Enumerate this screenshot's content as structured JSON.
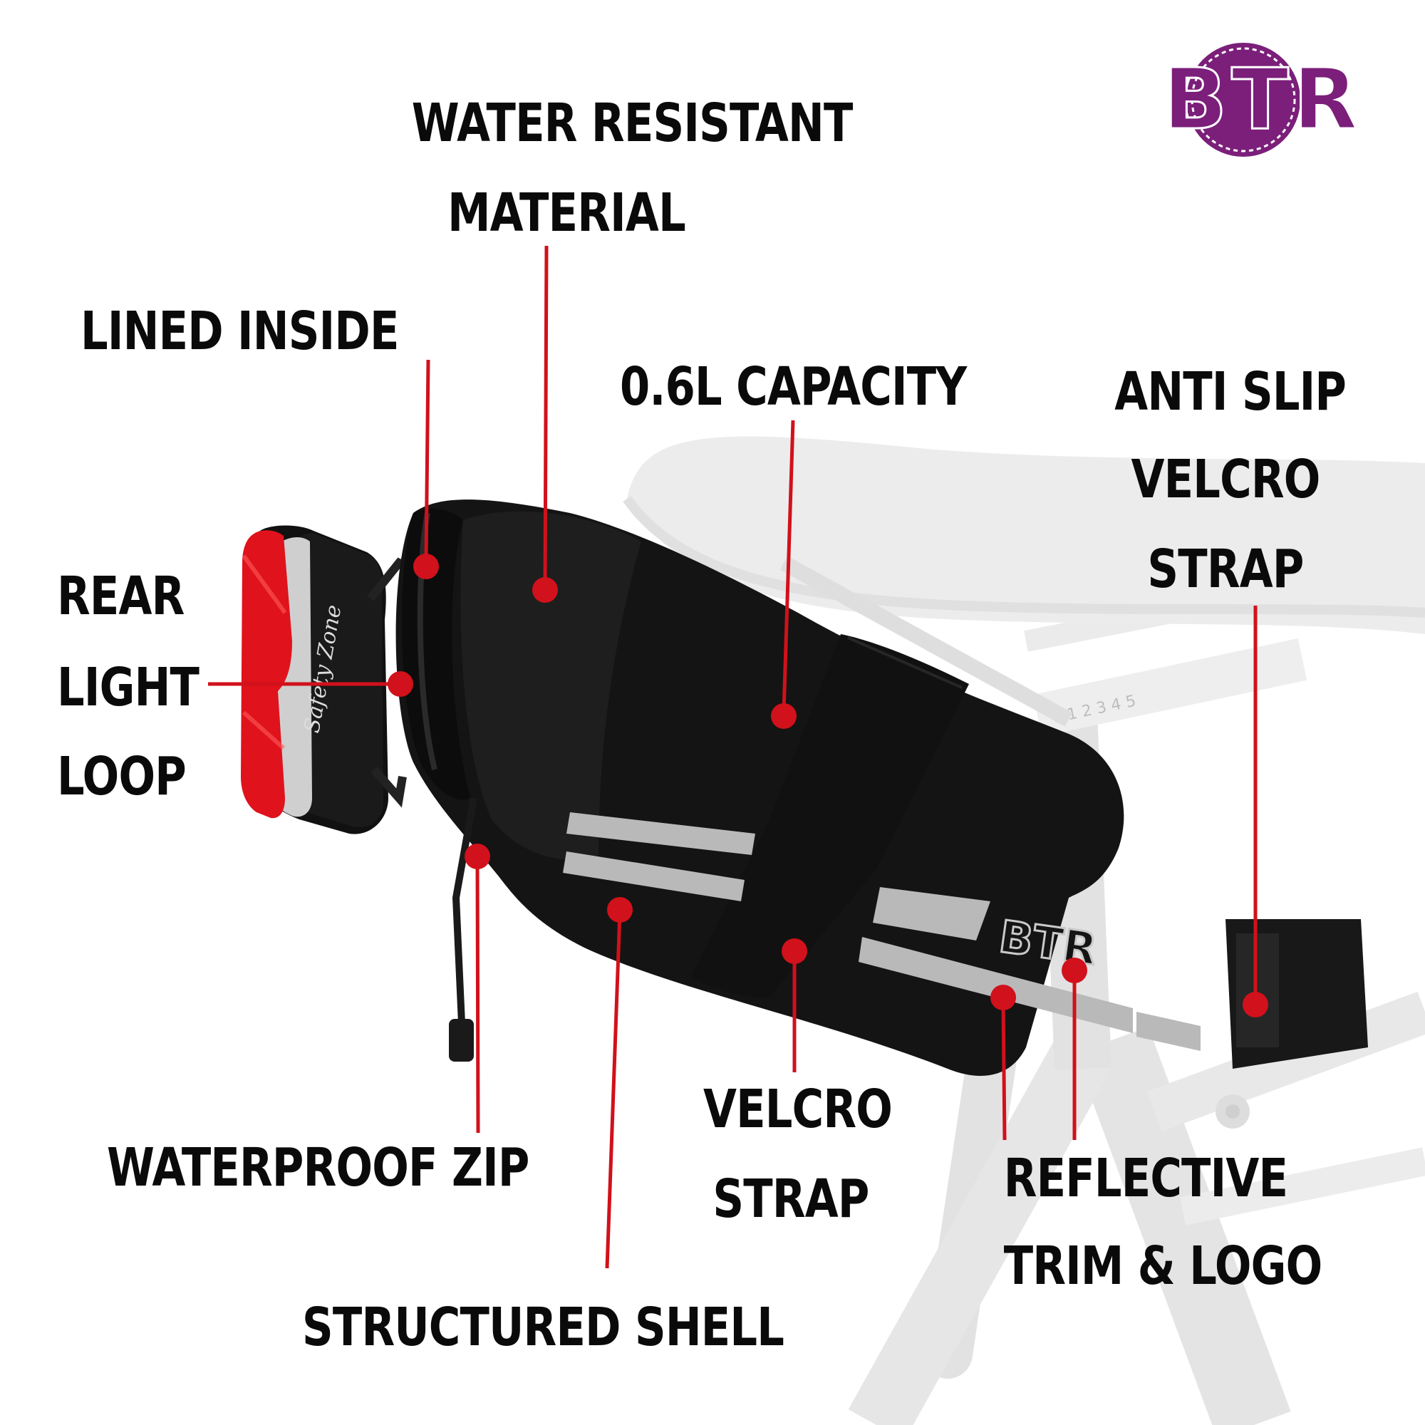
{
  "brand": {
    "logo_text": "BTR",
    "logo_color": "#7b1f7a",
    "bag_logo_text": "BTR"
  },
  "light_branding": "Safety Zone",
  "callouts": {
    "water_resistant": [
      "WATER RESISTANT",
      "MATERIAL"
    ],
    "lined_inside": "LINED INSIDE",
    "capacity": "0.6L CAPACITY",
    "anti_slip": [
      "ANTI SLIP",
      "VELCRO",
      "STRAP"
    ],
    "rear_light_loop": [
      "REAR",
      "LIGHT",
      "LOOP"
    ],
    "waterproof_zip": "WATERPROOF ZIP",
    "velcro_strap": [
      "VELCRO",
      "STRAP"
    ],
    "reflective": [
      "REFLECTIVE",
      "TRIM & LOGO"
    ],
    "structured_shell": "STRUCTURED SHELL"
  },
  "colors": {
    "callout_line": "#d1111b",
    "label_text": "#0a0a0a",
    "bag": "#141414",
    "reflective": "#b9b9b9",
    "light_red": "#e0121c",
    "faded_bike": "#ececec"
  }
}
